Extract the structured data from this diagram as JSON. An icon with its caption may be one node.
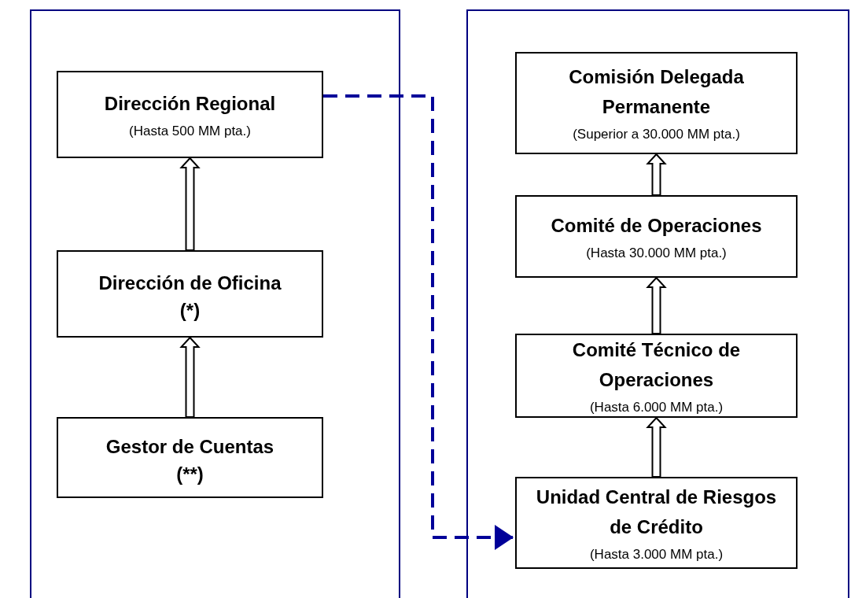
{
  "diagram": {
    "nodes": [
      {
        "text": [],
        "shape": "box"
      },
      {
        "text": [
          "Dirección Regional",
          "(Hasta 500 MM pta.)"
        ],
        "in": 0
      },
      {
        "text": [
          "Dirección de Oficina",
          "(*)"
        ],
        "in": 0
      },
      {
        "text": [
          "Gestor de Cuentas",
          "(**)"
        ],
        "in": 0
      },
      {
        "text": [],
        "shape": "box"
      },
      {
        "text": [
          "Comisión Delegada Permanente",
          "(Superior a 30.000 MM pta.)"
        ],
        "in": 4
      },
      {
        "text": [
          "Comité de Operaciones",
          "(Hasta 30.000 MM pta.)"
        ],
        "in": 4
      },
      {
        "text": [
          "Comité Técnico de Operaciones",
          "(Hasta 6.000 MM pta.)"
        ],
        "in": 4
      },
      {
        "text": [
          "Unidad Central de Riesgos de Crédito",
          "(Hasta 3.000 MM pta.)"
        ],
        "in": 4
      }
    ],
    "edges": [
      {
        "from": 3,
        "to": 2,
        "arrow": "to"
      },
      {
        "from": 2,
        "to": 1,
        "arrow": "to"
      },
      {
        "from": 8,
        "to": 7,
        "arrow": "to"
      },
      {
        "from": 7,
        "to": 6,
        "arrow": "to"
      },
      {
        "from": 6,
        "to": 5,
        "arrow": "to"
      },
      {
        "from": 1,
        "to": 8,
        "arrow": "to",
        "style": "dashed",
        "color": "#000099"
      }
    ]
  }
}
